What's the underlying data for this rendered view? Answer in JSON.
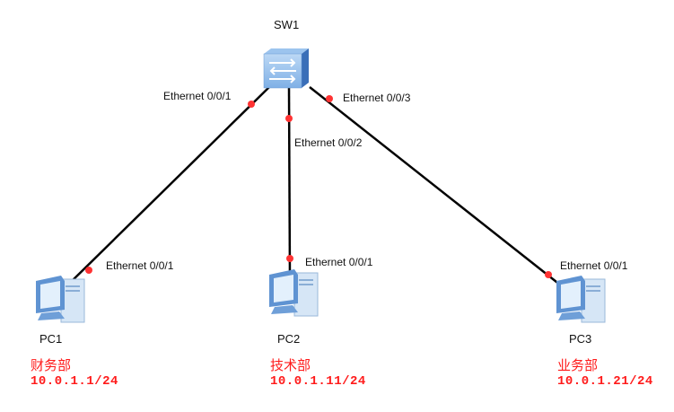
{
  "switch": {
    "name": "SW1",
    "ports": [
      "Ethernet 0/0/1",
      "Ethernet 0/0/2",
      "Ethernet 0/0/3"
    ]
  },
  "pcs": [
    {
      "name": "PC1",
      "port": "Ethernet 0/0/1",
      "dept": "财务部",
      "ip": "10.0.1.1/24"
    },
    {
      "name": "PC2",
      "port": "Ethernet 0/0/1",
      "dept": "技术部",
      "ip": "10.0.1.11/24"
    },
    {
      "name": "PC3",
      "port": "Ethernet 0/0/1",
      "dept": "业务部",
      "ip": "10.0.1.21/24"
    }
  ],
  "colors": {
    "link": "#000000",
    "port_dot": "#ff3333",
    "annotation": "#ff1a1a"
  }
}
